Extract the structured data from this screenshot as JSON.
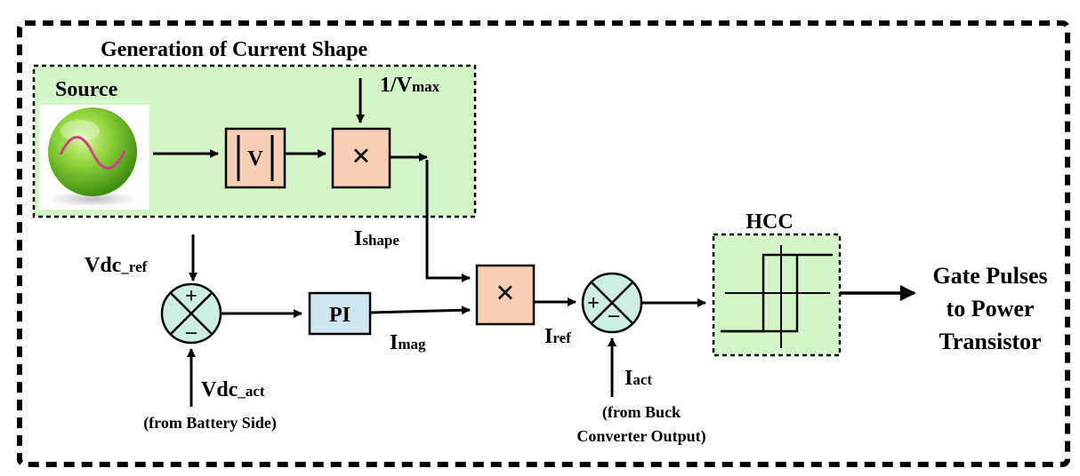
{
  "diagram": {
    "group_title": "Generation of Current Shape",
    "source_label": "Source",
    "abs_block": "V",
    "multiply_symbol": "×",
    "inv_vmax": {
      "main": "1/V",
      "sub": "max"
    },
    "i_shape": {
      "main": "I",
      "sub": "shape"
    },
    "vdc_ref": {
      "main": "Vdc",
      "sub": "_ref"
    },
    "vdc_act": {
      "main": "Vdc",
      "sub": "_act"
    },
    "battery_note": "(from Battery Side)",
    "plus": "+",
    "minus": "–",
    "pi_block": "PI",
    "i_mag": {
      "main": "I",
      "sub": "mag"
    },
    "i_ref": {
      "main": "I",
      "sub": "ref"
    },
    "i_act": {
      "main": "I",
      "sub": "act"
    },
    "buck_note": [
      "(from Buck",
      "Converter Output)"
    ],
    "hcc_label": "HCC",
    "output_label": [
      "Gate Pulses",
      "to Power",
      "Transistor"
    ],
    "colors": {
      "green_fill": "#d4f5c8",
      "salmon_fill": "#f8cfb0",
      "teal_fill": "#cdeee4",
      "blue_fill": "#cde6f0",
      "sine": "#d0408a",
      "line": "#000000"
    }
  }
}
